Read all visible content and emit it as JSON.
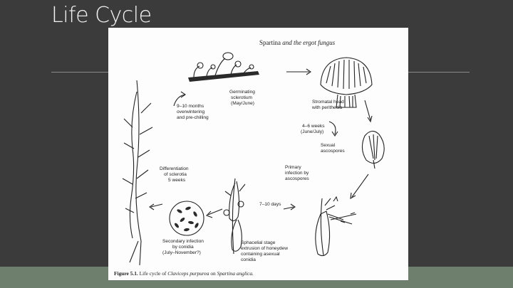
{
  "slide": {
    "title": "Life Cycle"
  },
  "figure": {
    "title_plain": "Spartina",
    "title_italic": "and the ergot fungus",
    "caption": {
      "prefix": "Figure 5.1.",
      "text": "Life cycle of",
      "species1": "Claviceps purpurea",
      "mid": "on",
      "species2": "Spartina anglica."
    },
    "labels": {
      "germinating": [
        "Germinating",
        "sclerotium",
        "(May/June)"
      ],
      "overwintering": [
        "9–10 months",
        "overwintering",
        "and pre-chilling"
      ],
      "stromatal": [
        "Stromatal head",
        "with perithecia"
      ],
      "weeks_4_6": [
        "4–6 weeks",
        "(June/July)"
      ],
      "sexual": [
        "Sexual",
        "ascospores"
      ],
      "primary": [
        "Primary",
        "infection by",
        "ascospores"
      ],
      "differentiation": [
        "Differentiation",
        "of sclerotia",
        "5 weeks"
      ],
      "days_7_10": "7–10 days",
      "secondary": [
        "Secondary infection",
        "by conidia",
        "(July–November?)"
      ],
      "sphacelial": [
        "Sphacelial stage",
        "extrusion of honeydew",
        "containing asexual",
        "conidia"
      ]
    }
  }
}
